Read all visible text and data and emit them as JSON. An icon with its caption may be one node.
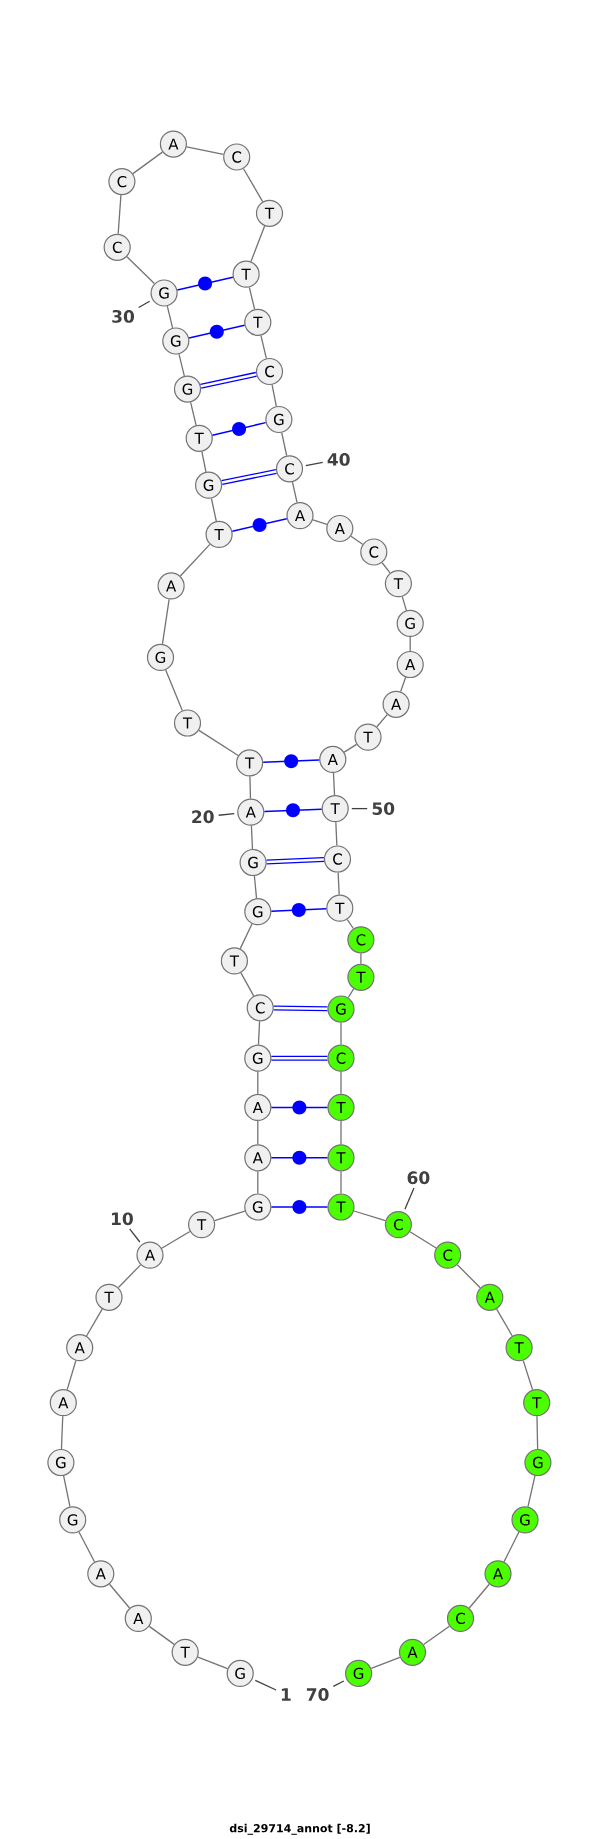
{
  "diagram": {
    "caption": "dsi_29714_annot [-8.2]",
    "nodes": [
      {
        "text": [
          "G"
        ]
      },
      {
        "text": [
          "T"
        ]
      },
      {
        "text": [
          "A"
        ]
      },
      {
        "text": [
          "A"
        ]
      },
      {
        "text": [
          "G"
        ]
      },
      {
        "text": [
          "G"
        ]
      },
      {
        "text": [
          "A"
        ]
      },
      {
        "text": [
          "A"
        ]
      },
      {
        "text": [
          "T"
        ]
      },
      {
        "text": [
          "A"
        ]
      },
      {
        "text": [
          "T"
        ]
      },
      {
        "text": [
          "G"
        ]
      },
      {
        "text": [
          "A"
        ]
      },
      {
        "text": [
          "A"
        ]
      },
      {
        "text": [
          "G"
        ]
      },
      {
        "text": [
          "C"
        ]
      },
      {
        "text": [
          "T"
        ]
      },
      {
        "text": [
          "G"
        ]
      },
      {
        "text": [
          "G"
        ]
      },
      {
        "text": [
          "A"
        ]
      },
      {
        "text": [
          "T"
        ]
      },
      {
        "text": [
          "T"
        ]
      },
      {
        "text": [
          "G"
        ]
      },
      {
        "text": [
          "A"
        ]
      },
      {
        "text": [
          "T"
        ]
      },
      {
        "text": [
          "G"
        ]
      },
      {
        "text": [
          "T"
        ]
      },
      {
        "text": [
          "G"
        ]
      },
      {
        "text": [
          "G"
        ]
      },
      {
        "text": [
          "G"
        ]
      },
      {
        "text": [
          "C"
        ]
      },
      {
        "text": [
          "C"
        ]
      },
      {
        "text": [
          "A"
        ]
      },
      {
        "text": [
          "C"
        ]
      },
      {
        "text": [
          "T"
        ]
      },
      {
        "text": [
          "T"
        ]
      },
      {
        "text": [
          "T"
        ]
      },
      {
        "text": [
          "C"
        ]
      },
      {
        "text": [
          "G"
        ]
      },
      {
        "text": [
          "C"
        ]
      },
      {
        "text": [
          "A"
        ]
      },
      {
        "text": [
          "A"
        ]
      },
      {
        "text": [
          "C"
        ]
      },
      {
        "text": [
          "T"
        ]
      },
      {
        "text": [
          "G"
        ]
      },
      {
        "text": [
          "A"
        ]
      },
      {
        "text": [
          "A"
        ]
      },
      {
        "text": [
          "T"
        ]
      },
      {
        "text": [
          "A"
        ]
      },
      {
        "text": [
          "T"
        ]
      },
      {
        "text": [
          "C"
        ]
      },
      {
        "text": [
          "T"
        ]
      },
      {
        "text": [
          "C"
        ]
      },
      {
        "text": [
          "T"
        ]
      },
      {
        "text": [
          "G"
        ]
      },
      {
        "text": [
          "C"
        ]
      },
      {
        "text": [
          "T"
        ]
      },
      {
        "text": [
          "T"
        ]
      },
      {
        "text": [
          "T"
        ]
      },
      {
        "text": [
          "C"
        ]
      },
      {
        "text": [
          "C"
        ]
      },
      {
        "text": [
          "A"
        ]
      },
      {
        "text": [
          "T"
        ]
      },
      {
        "text": [
          "T"
        ]
      },
      {
        "text": [
          "G"
        ]
      },
      {
        "text": [
          "G"
        ]
      },
      {
        "text": [
          "A"
        ]
      },
      {
        "text": [
          "C"
        ]
      },
      {
        "text": [
          "A"
        ]
      },
      {
        "text": [
          "G"
        ]
      },
      {
        "text": [
          "1"
        ]
      },
      {
        "text": [
          "10"
        ]
      },
      {
        "text": [
          "20"
        ]
      },
      {
        "text": [
          "30"
        ]
      },
      {
        "text": [
          "40"
        ]
      },
      {
        "text": [
          "50"
        ]
      },
      {
        "text": [
          "60"
        ]
      },
      {
        "text": [
          "70"
        ]
      }
    ],
    "edges": [
      {
        "from": 0,
        "to": 1,
        "arrow": "none"
      },
      {
        "from": 1,
        "to": 2,
        "arrow": "none"
      },
      {
        "from": 2,
        "to": 3,
        "arrow": "none"
      },
      {
        "from": 3,
        "to": 4,
        "arrow": "none"
      },
      {
        "from": 4,
        "to": 5,
        "arrow": "none"
      },
      {
        "from": 5,
        "to": 6,
        "arrow": "none"
      },
      {
        "from": 6,
        "to": 7,
        "arrow": "none"
      },
      {
        "from": 7,
        "to": 8,
        "arrow": "none"
      },
      {
        "from": 8,
        "to": 9,
        "arrow": "none"
      },
      {
        "from": 9,
        "to": 10,
        "arrow": "none"
      },
      {
        "from": 10,
        "to": 11,
        "arrow": "none"
      },
      {
        "from": 11,
        "to": 12,
        "arrow": "none"
      },
      {
        "from": 12,
        "to": 13,
        "arrow": "none"
      },
      {
        "from": 13,
        "to": 14,
        "arrow": "none"
      },
      {
        "from": 14,
        "to": 15,
        "arrow": "none"
      },
      {
        "from": 15,
        "to": 16,
        "arrow": "none"
      },
      {
        "from": 16,
        "to": 17,
        "arrow": "none"
      },
      {
        "from": 17,
        "to": 18,
        "arrow": "none"
      },
      {
        "from": 18,
        "to": 19,
        "arrow": "none"
      },
      {
        "from": 19,
        "to": 20,
        "arrow": "none"
      },
      {
        "from": 20,
        "to": 21,
        "arrow": "none"
      },
      {
        "from": 21,
        "to": 22,
        "arrow": "none"
      },
      {
        "from": 22,
        "to": 23,
        "arrow": "none"
      },
      {
        "from": 23,
        "to": 24,
        "arrow": "none"
      },
      {
        "from": 24,
        "to": 25,
        "arrow": "none"
      },
      {
        "from": 25,
        "to": 26,
        "arrow": "none"
      },
      {
        "from": 26,
        "to": 27,
        "arrow": "none"
      },
      {
        "from": 27,
        "to": 28,
        "arrow": "none"
      },
      {
        "from": 28,
        "to": 29,
        "arrow": "none"
      },
      {
        "from": 29,
        "to": 30,
        "arrow": "none"
      },
      {
        "from": 30,
        "to": 31,
        "arrow": "none"
      },
      {
        "from": 31,
        "to": 32,
        "arrow": "none"
      },
      {
        "from": 32,
        "to": 33,
        "arrow": "none"
      },
      {
        "from": 33,
        "to": 34,
        "arrow": "none"
      },
      {
        "from": 34,
        "to": 35,
        "arrow": "none"
      },
      {
        "from": 35,
        "to": 36,
        "arrow": "none"
      },
      {
        "from": 36,
        "to": 37,
        "arrow": "none"
      },
      {
        "from": 37,
        "to": 38,
        "arrow": "none"
      },
      {
        "from": 38,
        "to": 39,
        "arrow": "none"
      },
      {
        "from": 39,
        "to": 40,
        "arrow": "none"
      },
      {
        "from": 40,
        "to": 41,
        "arrow": "none"
      },
      {
        "from": 41,
        "to": 42,
        "arrow": "none"
      },
      {
        "from": 42,
        "to": 43,
        "arrow": "none"
      },
      {
        "from": 43,
        "to": 44,
        "arrow": "none"
      },
      {
        "from": 44,
        "to": 45,
        "arrow": "none"
      },
      {
        "from": 45,
        "to": 46,
        "arrow": "none"
      },
      {
        "from": 46,
        "to": 47,
        "arrow": "none"
      },
      {
        "from": 47,
        "to": 48,
        "arrow": "none"
      },
      {
        "from": 48,
        "to": 49,
        "arrow": "none"
      },
      {
        "from": 49,
        "to": 50,
        "arrow": "none"
      },
      {
        "from": 50,
        "to": 51,
        "arrow": "none"
      },
      {
        "from": 51,
        "to": 52,
        "arrow": "none"
      },
      {
        "from": 52,
        "to": 53,
        "arrow": "none"
      },
      {
        "from": 53,
        "to": 54,
        "arrow": "none"
      },
      {
        "from": 54,
        "to": 55,
        "arrow": "none"
      },
      {
        "from": 55,
        "to": 56,
        "arrow": "none"
      },
      {
        "from": 56,
        "to": 57,
        "arrow": "none"
      },
      {
        "from": 57,
        "to": 58,
        "arrow": "none"
      },
      {
        "from": 58,
        "to": 59,
        "arrow": "none"
      },
      {
        "from": 59,
        "to": 60,
        "arrow": "none"
      },
      {
        "from": 60,
        "to": 61,
        "arrow": "none"
      },
      {
        "from": 61,
        "to": 62,
        "arrow": "none"
      },
      {
        "from": 62,
        "to": 63,
        "arrow": "none"
      },
      {
        "from": 63,
        "to": 64,
        "arrow": "none"
      },
      {
        "from": 64,
        "to": 65,
        "arrow": "none"
      },
      {
        "from": 65,
        "to": 66,
        "arrow": "none"
      },
      {
        "from": 66,
        "to": 67,
        "arrow": "none"
      },
      {
        "from": 67,
        "to": 68,
        "arrow": "none"
      },
      {
        "from": 68,
        "to": 69,
        "arrow": "none"
      },
      {
        "from": 29,
        "to": 35,
        "arrow": "none",
        "color": "#0000ff"
      },
      {
        "from": 28,
        "to": 36,
        "arrow": "none",
        "color": "#0000ff"
      },
      {
        "from": 27,
        "to": 37,
        "arrow": "none",
        "color": "#0000ff",
        "style": "thick"
      },
      {
        "from": 26,
        "to": 38,
        "arrow": "none",
        "color": "#0000ff"
      },
      {
        "from": 25,
        "to": 39,
        "arrow": "none",
        "color": "#0000ff",
        "style": "thick"
      },
      {
        "from": 24,
        "to": 40,
        "arrow": "none",
        "color": "#0000ff"
      },
      {
        "from": 20,
        "to": 48,
        "arrow": "none",
        "color": "#0000ff"
      },
      {
        "from": 19,
        "to": 49,
        "arrow": "none",
        "color": "#0000ff"
      },
      {
        "from": 18,
        "to": 50,
        "arrow": "none",
        "color": "#0000ff",
        "style": "thick"
      },
      {
        "from": 17,
        "to": 51,
        "arrow": "none",
        "color": "#0000ff"
      },
      {
        "from": 15,
        "to": 54,
        "arrow": "none",
        "color": "#0000ff",
        "style": "thick"
      },
      {
        "from": 14,
        "to": 55,
        "arrow": "none",
        "color": "#0000ff",
        "style": "thick"
      },
      {
        "from": 13,
        "to": 56,
        "arrow": "none",
        "color": "#0000ff"
      },
      {
        "from": 12,
        "to": 57,
        "arrow": "none",
        "color": "#0000ff"
      },
      {
        "from": 11,
        "to": 58,
        "arrow": "none",
        "color": "#0000ff"
      },
      {
        "from": 70,
        "to": 0,
        "arrow": "none"
      },
      {
        "from": 71,
        "to": 9,
        "arrow": "none"
      },
      {
        "from": 72,
        "to": 19,
        "arrow": "none"
      },
      {
        "from": 73,
        "to": 29,
        "arrow": "none"
      },
      {
        "from": 74,
        "to": 39,
        "arrow": "none"
      },
      {
        "from": 75,
        "to": 49,
        "arrow": "none"
      },
      {
        "from": 76,
        "to": 59,
        "arrow": "none"
      },
      {
        "from": 77,
        "to": 69,
        "arrow": "none"
      }
    ]
  }
}
